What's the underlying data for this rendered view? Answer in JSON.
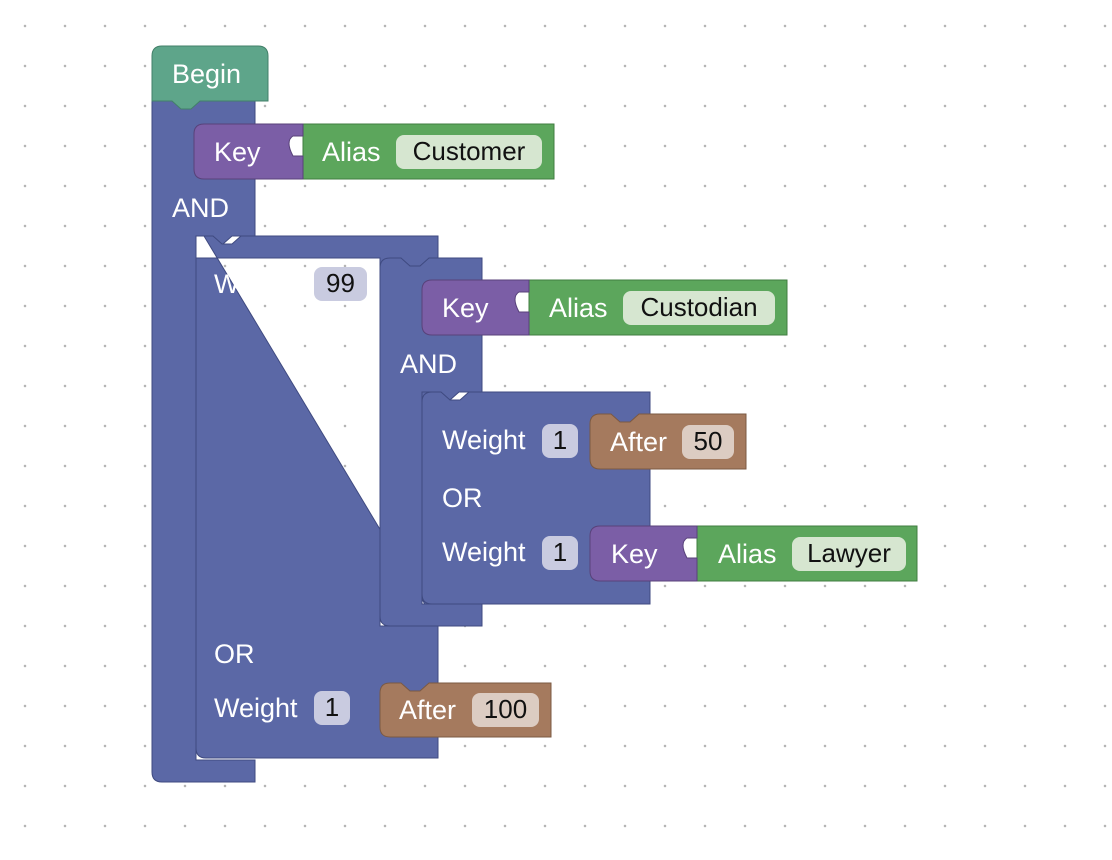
{
  "colors": {
    "begin": "#5ea58a",
    "logic": "#5b68a6",
    "key": "#7b5ea6",
    "alias": "#5ca65c",
    "after": "#a57a5e"
  },
  "root": {
    "begin_label": "Begin",
    "first_key": {
      "key_label": "Key",
      "alias_label": "Alias",
      "alias_value": "Customer"
    },
    "and_label": "AND"
  },
  "outer_or": {
    "branch1": {
      "weight_label": "Weight",
      "weight_value": "99"
    },
    "or_label": "OR",
    "branch2": {
      "weight_label": "Weight",
      "weight_value": "1",
      "after_label": "After",
      "after_value": "100"
    }
  },
  "inner_and": {
    "key": {
      "key_label": "Key",
      "alias_label": "Alias",
      "alias_value": "Custodian"
    },
    "and_label": "AND"
  },
  "inner_or": {
    "branch1": {
      "weight_label": "Weight",
      "weight_value": "1",
      "after_label": "After",
      "after_value": "50"
    },
    "or_label": "OR",
    "branch2": {
      "weight_label": "Weight",
      "weight_value": "1",
      "key_label": "Key",
      "alias_label": "Alias",
      "alias_value": "Lawyer"
    }
  }
}
